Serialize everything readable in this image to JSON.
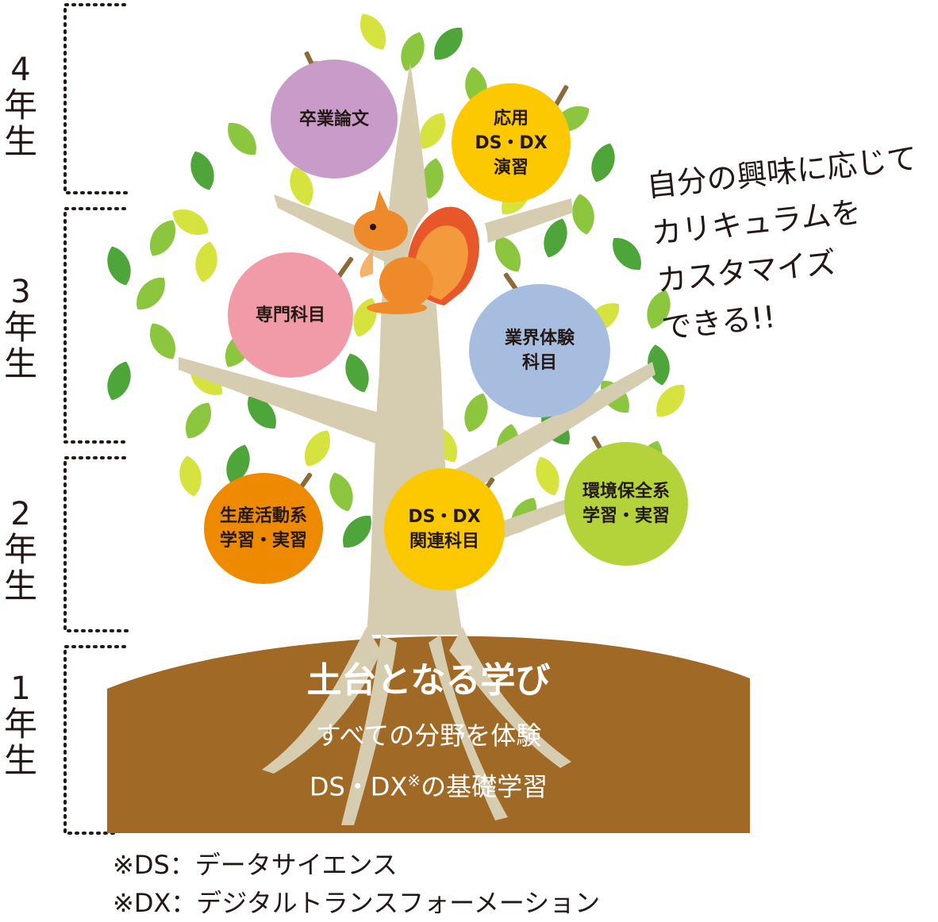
{
  "years": [
    {
      "num": "4",
      "kanji": "年",
      "kanji2": "生"
    },
    {
      "num": "3",
      "kanji": "年",
      "kanji2": "生"
    },
    {
      "num": "2",
      "kanji": "年",
      "kanji2": "生"
    },
    {
      "num": "1",
      "kanji": "年",
      "kanji2": "生"
    }
  ],
  "fruits": {
    "thesis": {
      "label": "卒業論文",
      "color": "#c99bc8"
    },
    "applied": {
      "label": "応用\nDS・DX\n演習",
      "color": "#fcc800"
    },
    "specialized": {
      "label": "専門科目",
      "color": "#f19ba8"
    },
    "industry": {
      "label": "業界体験\n科目",
      "color": "#a6bde0"
    },
    "production": {
      "label": "生産活動系\n学習・実習",
      "color": "#ee8a00"
    },
    "dsdx": {
      "label": "DS・DX\n関連科目",
      "color": "#fcc800"
    },
    "environment": {
      "label": "環境保全系\n学習・実習",
      "color": "#b4d33b"
    }
  },
  "ground": {
    "title": "土台となる学び",
    "line1": "すべての分野を体験",
    "line2_main": "DS・DX",
    "line2_mark": "※",
    "line2_rest": "の基礎学習",
    "color": "#a06a26"
  },
  "callout": "自分の興味に応じて\nカリキュラムを\nカスタマイズ\nできる!!",
  "notes": [
    "※DS：データサイエンス",
    "※DX：デジタルトランスフォーメーション"
  ],
  "colors": {
    "trunk": "#d6cdb0",
    "leaf_dark": "#4ea63a",
    "leaf_mid": "#8cc63f",
    "leaf_light": "#d6e33f",
    "squirrel": "#ef8a2b"
  }
}
